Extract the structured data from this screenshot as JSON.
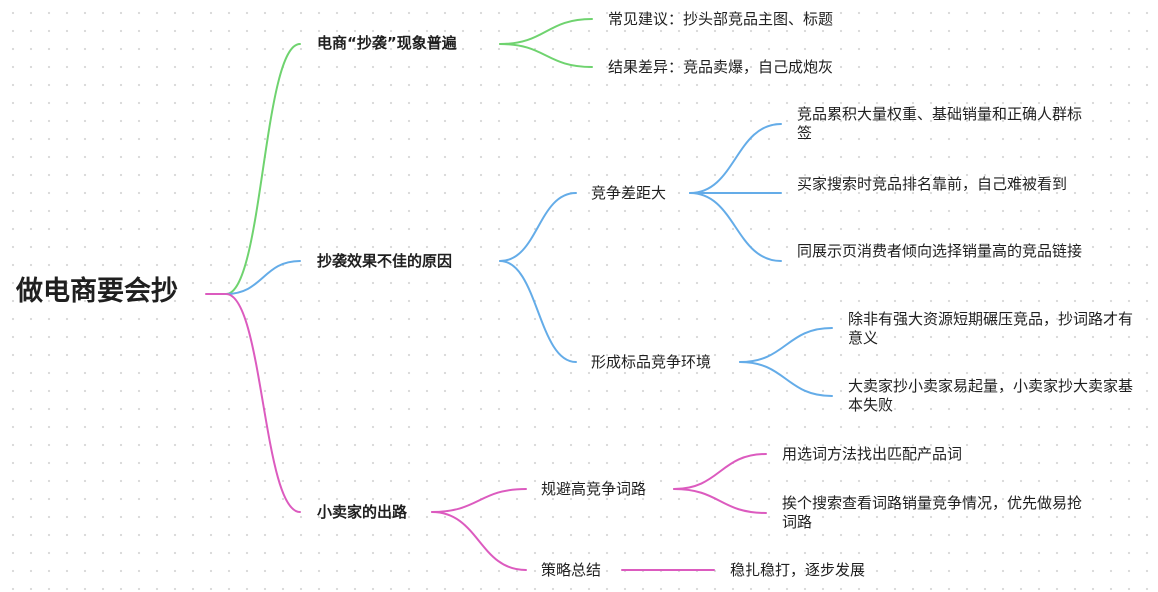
{
  "mindmap": {
    "root": "做电商要会抄",
    "colors": {
      "green": "#6fd36f",
      "blue": "#64ace8",
      "pink": "#dc5bbf"
    },
    "branches": [
      {
        "label": "电商“抄袭”现象普遍",
        "color": "green",
        "children": [
          {
            "label": "常见建议：抄头部竞品主图、标题"
          },
          {
            "label": "结果差异：竞品卖爆，自己成炮灰"
          }
        ]
      },
      {
        "label": "抄袭效果不佳的原因",
        "color": "blue",
        "children": [
          {
            "label": "竞争差距大",
            "children": [
              {
                "label": "竞品累积大量权重、基础销量和正确人群标签"
              },
              {
                "label": "买家搜索时竞品排名靠前，自己难被看到"
              },
              {
                "label": "同展示页消费者倾向选择销量高的竞品链接"
              }
            ]
          },
          {
            "label": "形成标品竞争环境",
            "children": [
              {
                "label": "除非有强大资源短期碾压竞品，抄词路才有意义"
              },
              {
                "label": "大卖家抄小卖家易起量，小卖家抄大卖家基本失败"
              }
            ]
          }
        ]
      },
      {
        "label": "小卖家的出路",
        "color": "pink",
        "children": [
          {
            "label": "规避高竞争词路",
            "children": [
              {
                "label": "用选词方法找出匹配产品词"
              },
              {
                "label": "挨个搜索查看词路销量竞争情况，优先做易抢词路"
              }
            ]
          },
          {
            "label": "策略总结",
            "children": [
              {
                "label": "稳扎稳打，逐步发展"
              }
            ]
          }
        ]
      }
    ]
  }
}
